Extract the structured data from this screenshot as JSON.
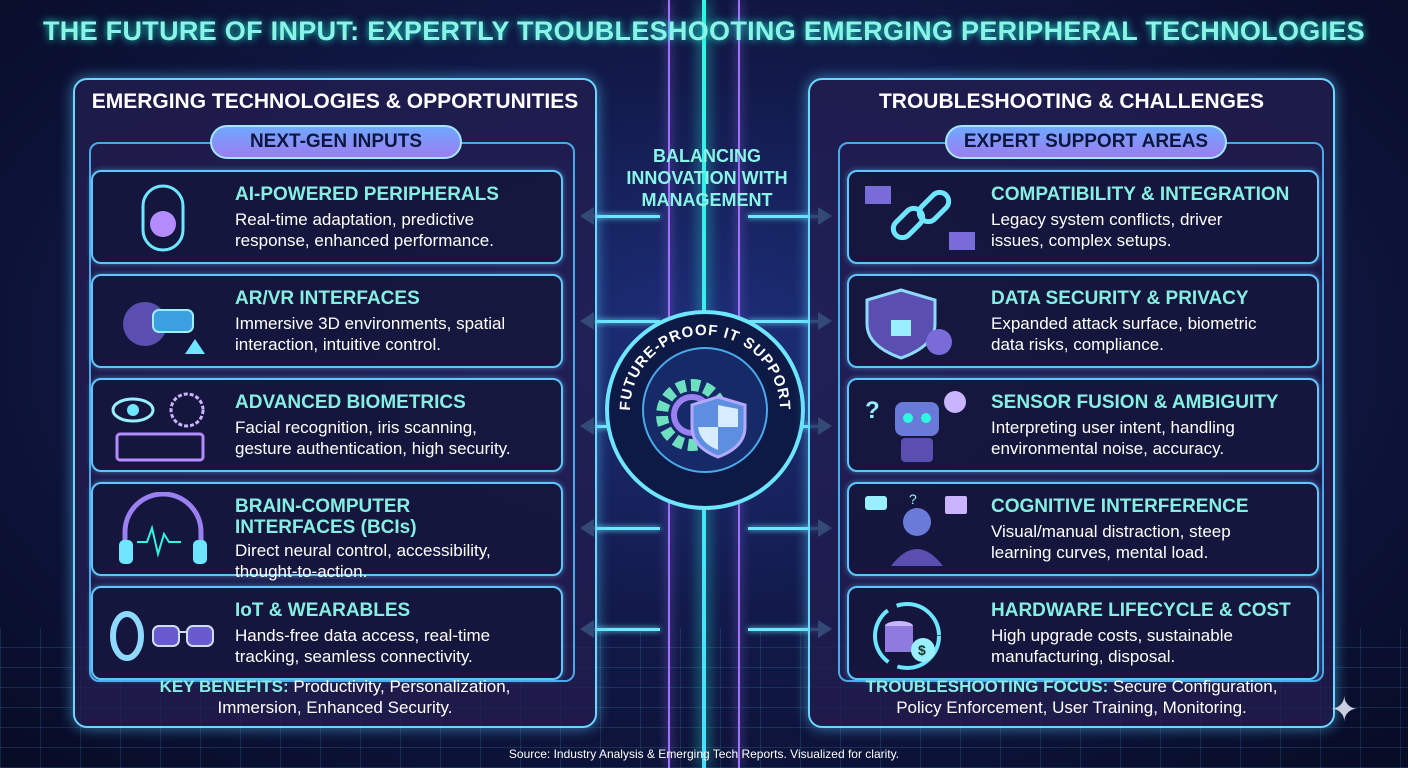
{
  "title": "THE FUTURE OF INPUT: EXPERTLY TROUBLESHOOTING EMERGING PERIPHERAL TECHNOLOGIES",
  "left": {
    "heading": "EMERGING TECHNOLOGIES & OPPORTUNITIES",
    "pill": "NEXT-GEN INPUTS",
    "cards": [
      {
        "icon": "ai-mouse-brain-icon",
        "title": "AI-POWERED PERIPHERALS",
        "desc1": "Real-time adaptation, predictive",
        "desc2": "response, enhanced performance."
      },
      {
        "icon": "vr-headset-icon",
        "title": "AR/VR INTERFACES",
        "desc1": "Immersive 3D environments, spatial",
        "desc2": "interaction, intuitive control."
      },
      {
        "icon": "biometrics-eye-fingerprint-icon",
        "title": "ADVANCED BIOMETRICS",
        "desc1": "Facial recognition, iris scanning,",
        "desc2": "gesture authentication, high security."
      },
      {
        "icon": "headphones-brainwave-icon",
        "title": "BRAIN-COMPUTER",
        "title2": "INTERFACES (BCIs)",
        "desc1": "Direct neural control, accessibility,",
        "desc2": "thought-to-action."
      },
      {
        "icon": "ring-glasses-icon",
        "title": "IoT & WEARABLES",
        "desc1": "Hands-free data access, real-time",
        "desc2": "tracking, seamless connectivity."
      }
    ],
    "footer_label": "KEY BENEFITS:",
    "footer1": " Productivity, Personalization,",
    "footer2": "Immersion, Enhanced Security."
  },
  "right": {
    "heading": "TROUBLESHOOTING & CHALLENGES",
    "pill": "EXPERT SUPPORT AREAS",
    "cards": [
      {
        "icon": "broken-chain-icon",
        "title": "COMPATIBILITY & INTEGRATION",
        "desc1": "Legacy system conflicts, driver",
        "desc2": "issues, complex setups."
      },
      {
        "icon": "shield-lock-icon",
        "title": "DATA SECURITY & PRIVACY",
        "desc1": "Expanded attack surface, biometric",
        "desc2": "data risks, compliance."
      },
      {
        "icon": "confused-robot-icon",
        "title": "SENSOR FUSION & AMBIGUITY",
        "desc1": "Interpreting user intent, handling",
        "desc2": "environmental noise, accuracy."
      },
      {
        "icon": "stressed-person-icon",
        "title": "COGNITIVE INTERFERENCE",
        "desc1": "Visual/manual distraction, steep",
        "desc2": "learning curves, mental load."
      },
      {
        "icon": "coins-cycle-icon",
        "title": "HARDWARE LIFECYCLE & COST",
        "desc1": "High upgrade costs, sustainable",
        "desc2": "manufacturing, disposal."
      }
    ],
    "footer_label": "TROUBLESHOOTING FOCUS:",
    "footer1": " Secure Configuration,",
    "footer2": "Policy Enforcement, User Training, Monitoring."
  },
  "center": {
    "line1": "BALANCING",
    "line2": "INNOVATION WITH",
    "line3": "MANAGEMENT",
    "badge": "FUTURE-PROOF IT SUPPORT",
    "icon": "gear-shield-icon"
  },
  "source": "Source: Industry Analysis & Emerging Tech Reports. Visualized for clarity.",
  "colors": {
    "accent": "#86efe2",
    "border": "#5ec7ff",
    "pill": "#8f8cf5"
  }
}
